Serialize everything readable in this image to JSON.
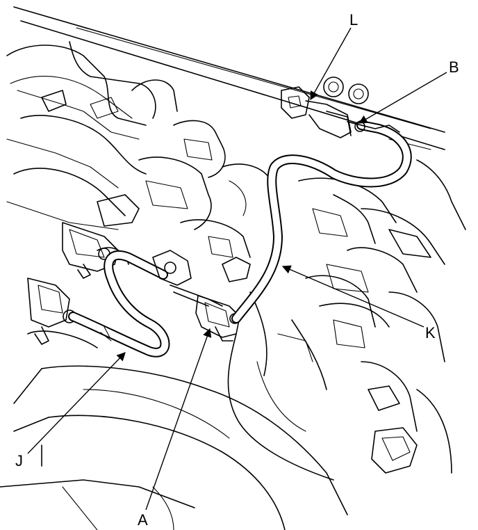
{
  "labels": {
    "L": "L",
    "B": "B",
    "K": "K",
    "J": "J",
    "A": "A"
  }
}
